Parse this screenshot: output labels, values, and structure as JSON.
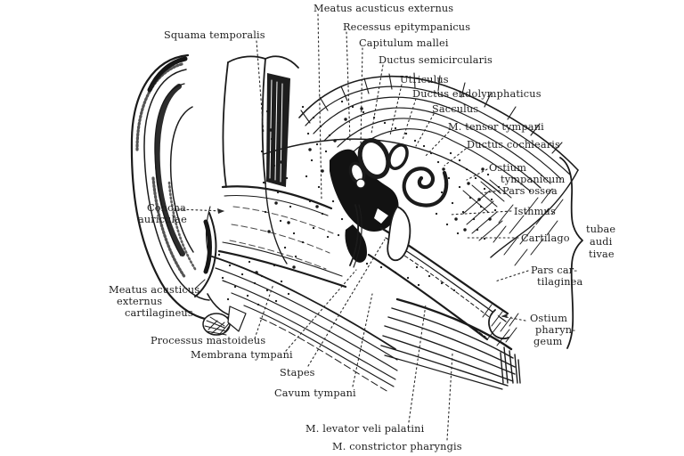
{
  "colors": {
    "background": "#ffffff",
    "ink": "#1b1b1b",
    "label_text": "#1f1f1f"
  },
  "labels": {
    "meatus_acusticus_externus": {
      "lines": [
        "Meatus acusticus externus"
      ]
    },
    "recessus_epitympanicus": {
      "lines": [
        "Recessus epitympanicus"
      ]
    },
    "squama_temporalis": {
      "lines": [
        "Squama temporalis"
      ]
    },
    "capitulum_mallei": {
      "lines": [
        "Capitulum mallei"
      ]
    },
    "ductus_semicircularis": {
      "lines": [
        "Ductus semicircularis"
      ]
    },
    "utriculus": {
      "lines": [
        "Utriculus"
      ]
    },
    "ductus_endolymphaticus": {
      "lines": [
        "Ductus endolymphaticus"
      ]
    },
    "sacculus": {
      "lines": [
        "Sacculus"
      ]
    },
    "m_tensor_tympani": {
      "lines": [
        "M. tensor tympani"
      ]
    },
    "ductus_cochlearis": {
      "lines": [
        "Ductus cochlearis"
      ]
    },
    "ostium_tympanicum": {
      "lines": [
        "Ostium",
        "tympanicum"
      ]
    },
    "pars_ossea": {
      "lines": [
        "Pars ossea"
      ]
    },
    "isthmus": {
      "lines": [
        "Isthmus"
      ]
    },
    "cartilago": {
      "lines": [
        "Cartilago"
      ]
    },
    "tubae_auditivae": {
      "lines": [
        "tubae",
        "audi",
        "tivae"
      ]
    },
    "pars_cartilaginea": {
      "lines": [
        "Pars car-",
        "tilaginea"
      ]
    },
    "ostium_pharyngeum": {
      "lines": [
        "Ostium",
        "pharyn-",
        "geum"
      ]
    },
    "concha_auriculae": {
      "lines": [
        "Concha",
        "auriculae"
      ]
    },
    "meatus_acusticus_externus_cartilagineus": {
      "lines": [
        "Meatus acusticus",
        "externus",
        "cartilagineus"
      ]
    },
    "processus_mastoideus": {
      "lines": [
        "Processus mastoideus"
      ]
    },
    "membrana_tympani": {
      "lines": [
        "Membrana tympani"
      ]
    },
    "stapes": {
      "lines": [
        "Stapes"
      ]
    },
    "cavum_tympani": {
      "lines": [
        "Cavum tympani"
      ]
    },
    "m_levator_veli_palatini": {
      "lines": [
        "M. levator veli palatini"
      ]
    },
    "m_constrictor_pharyngis": {
      "lines": [
        "M. constrictor pharyngis"
      ]
    }
  }
}
